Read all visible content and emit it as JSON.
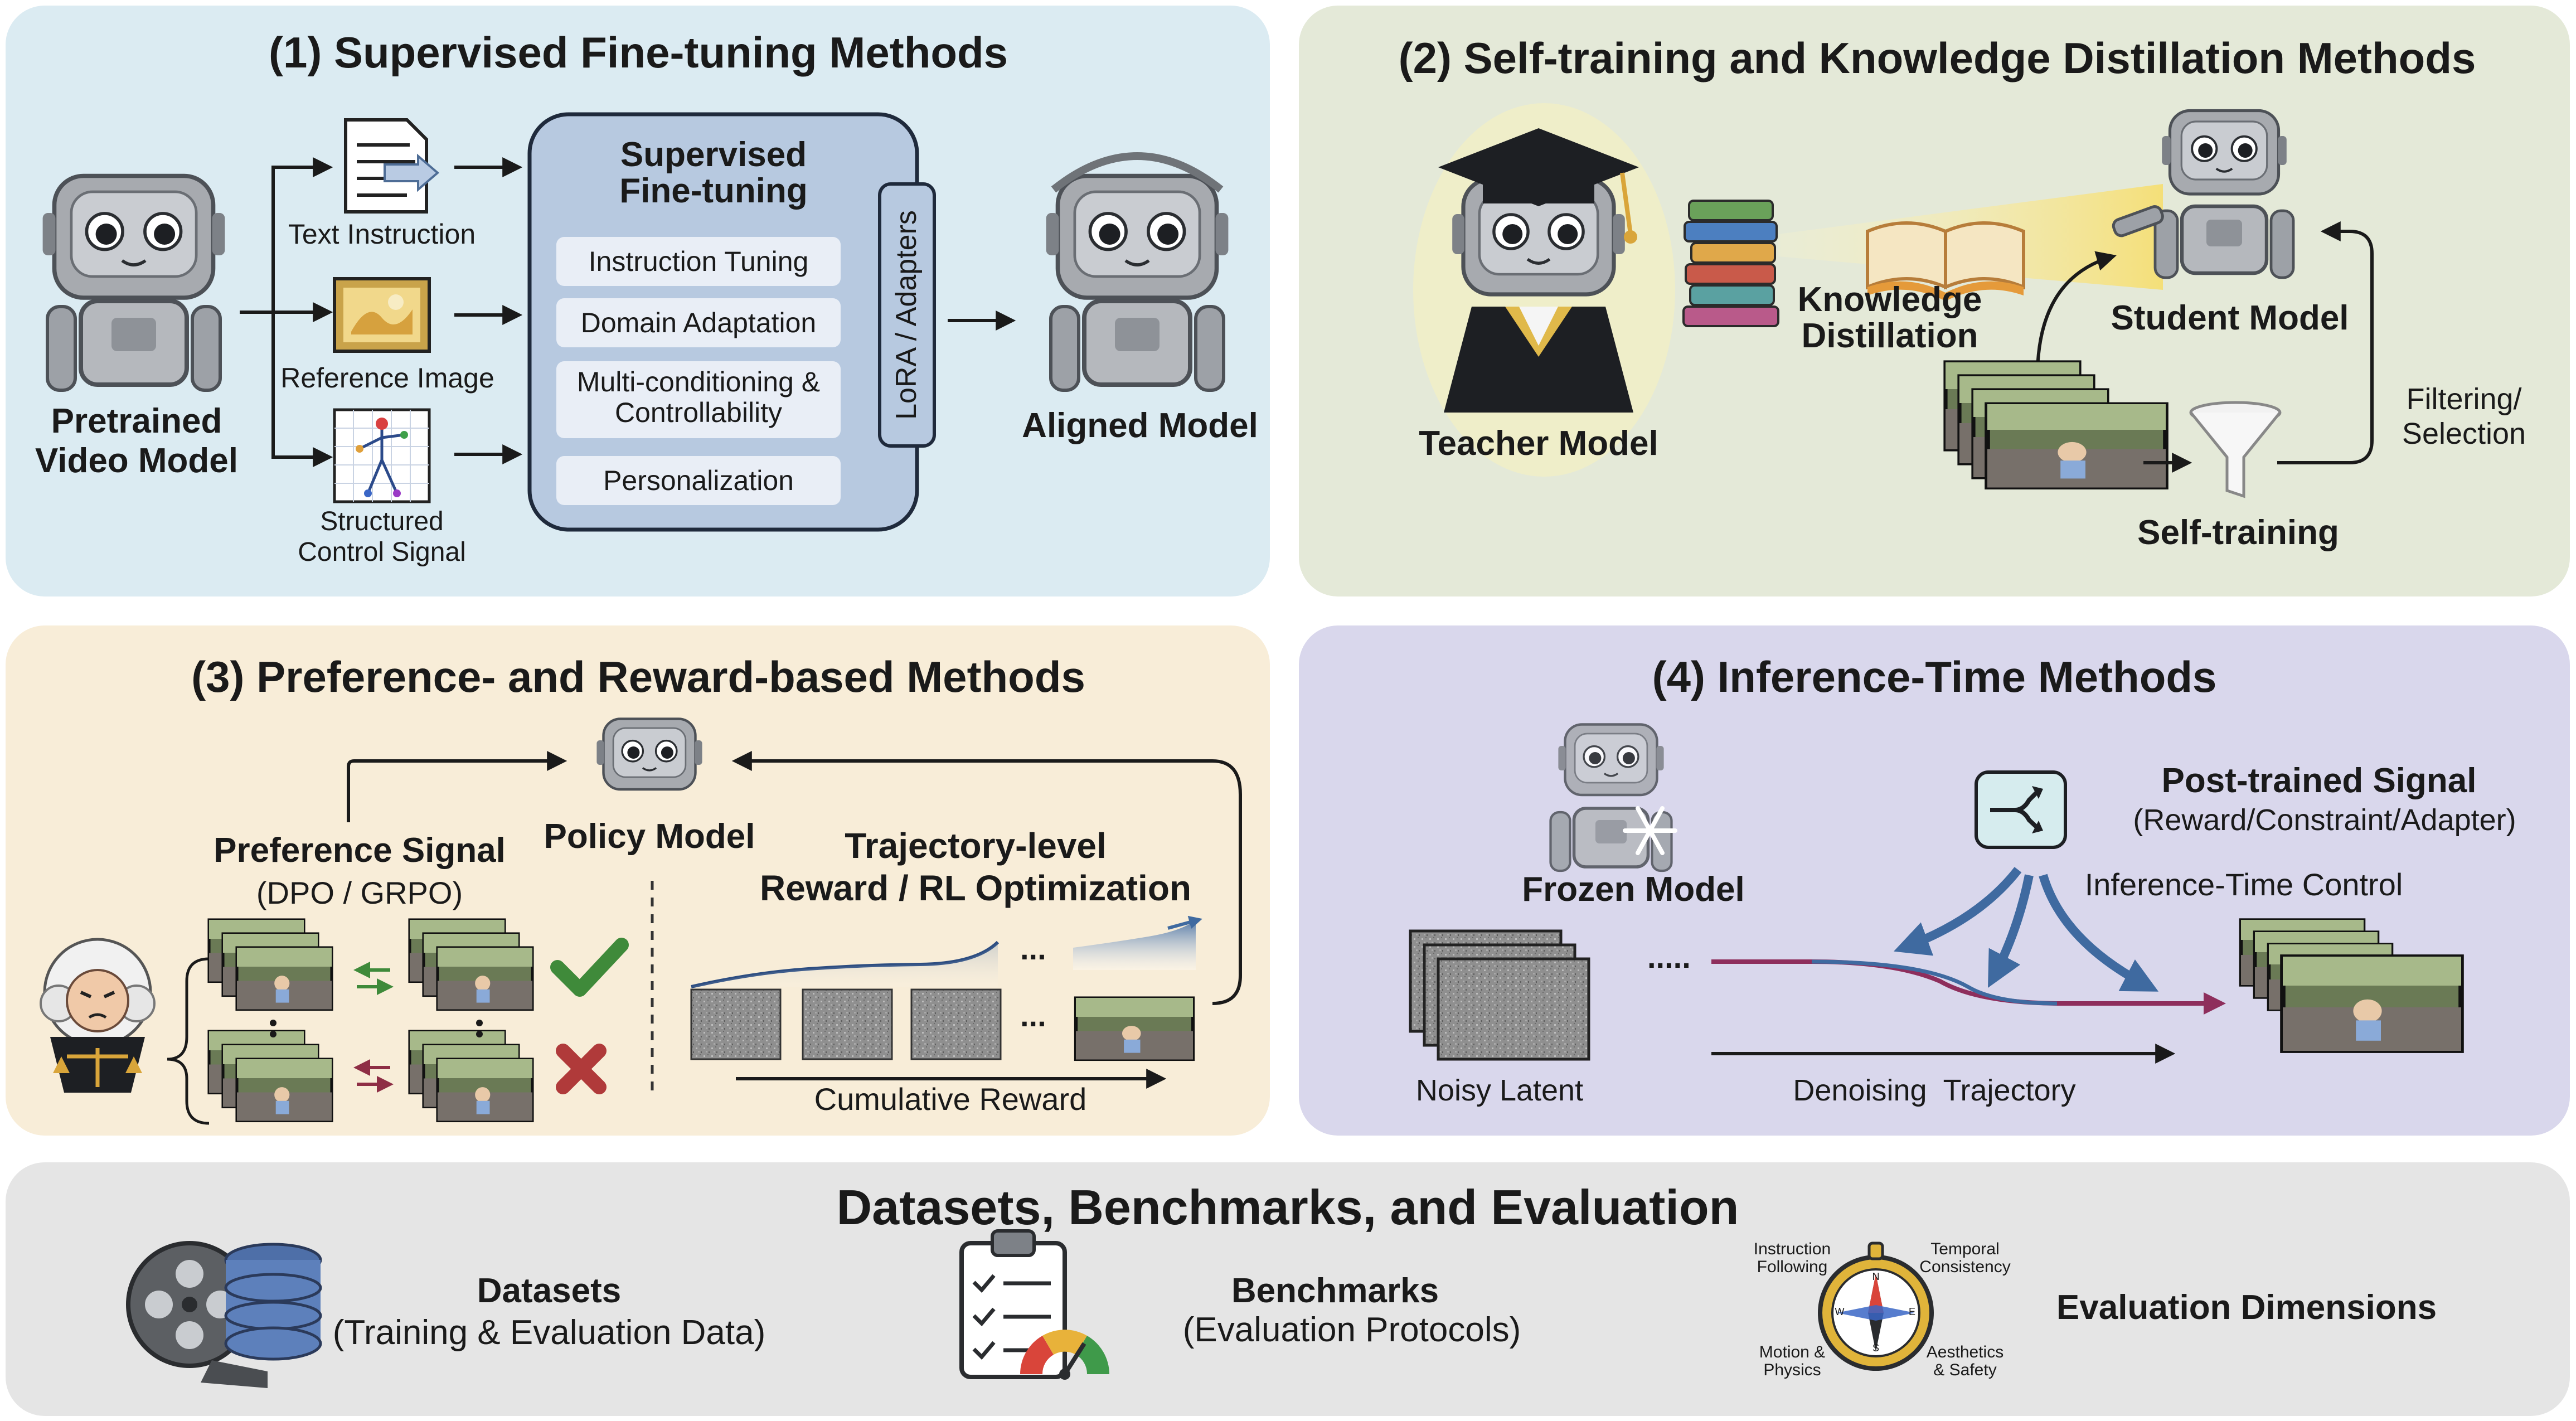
{
  "sft": {
    "title": "(1) Supervised Fine-tuning Methods",
    "pretrained": "Pretrained\nVideo Model",
    "inputs": [
      "Text Instruction",
      "Reference Image",
      "Structured\nControl Signal"
    ],
    "box_title": "Supervised\nFine-tuning",
    "methods": [
      "Instruction Tuning",
      "Domain Adaptation",
      "Multi-conditioning &\nControllability",
      "Personalization"
    ],
    "lora": "LoRA / Adapters",
    "aligned": "Aligned Model"
  },
  "selftrain": {
    "title": "(2) Self-training and Knowledge Distillation Methods",
    "teacher": "Teacher Model",
    "kd": "Knowledge\nDistillation",
    "student": "Student Model",
    "filter": "Filtering/\nSelection",
    "self": "Self-training"
  },
  "pref": {
    "title": "(3) Preference- and Reward-based Methods",
    "policy": "Policy Model",
    "signal": "Preference Signal",
    "signal_sub": "(DPO / GRPO)",
    "traj": "Trajectory-level\nReward / RL Optimization",
    "cum": "Cumulative Reward",
    "dots": "..."
  },
  "infer": {
    "title": "(4) Inference-Time Methods",
    "frozen": "Frozen Model",
    "signal": "Post-trained Signal",
    "signal_sub": "(Reward/Constraint/Adapter)",
    "control": "Inference-Time Control",
    "noisy": "Noisy Latent",
    "dots": ".....",
    "traj": "Denoising  Trajectory"
  },
  "eval": {
    "title": "Datasets, Benchmarks, and Evaluation",
    "datasets": "Datasets",
    "datasets_sub": "(Training & Evaluation Data)",
    "bench": "Benchmarks",
    "bench_sub": "(Evaluation Protocols)",
    "dims": "Evaluation Dimensions",
    "compass": [
      "Instruction\nFollowing",
      "Temporal\nConsistency",
      "Motion &\nPhysics",
      "Aesthetics\n& Safety"
    ],
    "compass_dirs": [
      "N",
      "E",
      "S",
      "W"
    ]
  },
  "icons": [
    "robot-icon",
    "document-icon",
    "picture-icon",
    "skeleton-icon",
    "graduation-cap-icon",
    "books-icon",
    "open-book-icon",
    "funnel-icon",
    "judge-icon",
    "checkmark-icon",
    "cross-icon",
    "snowflake-icon",
    "branch-icon",
    "film-reel-icon",
    "database-icon",
    "clipboard-icon",
    "gauge-icon",
    "compass-icon"
  ],
  "colors": {
    "panel1": "#dbebf2",
    "panel2": "#e4e9d8",
    "panel3": "#f8edd8",
    "panel4": "#d9d7ec",
    "panel5": "#e5e5e5",
    "sft_box": "#b7c9e0",
    "accent_blue": "#3f6aa0",
    "good": "#3f8a3a",
    "bad": "#8e2e45",
    "path": "#8e2e5c"
  }
}
